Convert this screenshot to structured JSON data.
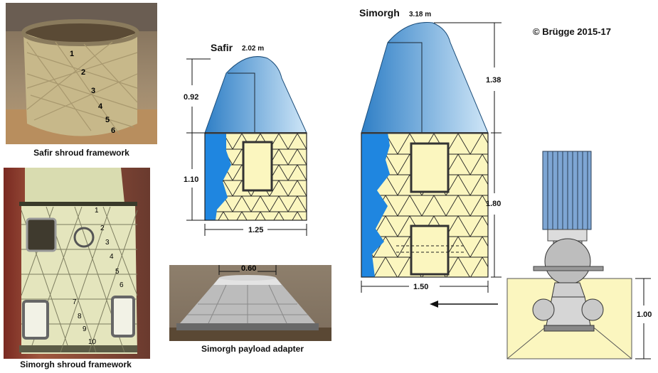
{
  "copyright": "© Brügge 2015-17",
  "photos": {
    "safir_caption": "Safir shroud framework",
    "simorgh_caption": "Simorgh shroud framework",
    "adapter_caption": "Simorgh payload adapter",
    "safir_numbers": [
      "1",
      "2",
      "3",
      "4",
      "5",
      "6"
    ],
    "simorgh_numbers": [
      "1",
      "2",
      "3",
      "4",
      "5",
      "6",
      "7",
      "8",
      "9",
      "10"
    ],
    "adapter_dim": "0.60"
  },
  "safir": {
    "name": "Safir",
    "length": "2.02 m",
    "nose_height": "0.92",
    "cyl_height": "1.10",
    "width": "1.25"
  },
  "simorgh": {
    "name": "Simorgh",
    "length": "3.18 m",
    "nose_height": "1.38",
    "cyl_height": "1.80",
    "width": "1.50"
  },
  "payload": {
    "height": "1.00"
  },
  "colors": {
    "nose_dark": "#2f7fc6",
    "nose_light": "#cfe6f7",
    "blue_side": "#1f86e0",
    "cream": "#fbf6bf",
    "lattice": "#222222"
  }
}
